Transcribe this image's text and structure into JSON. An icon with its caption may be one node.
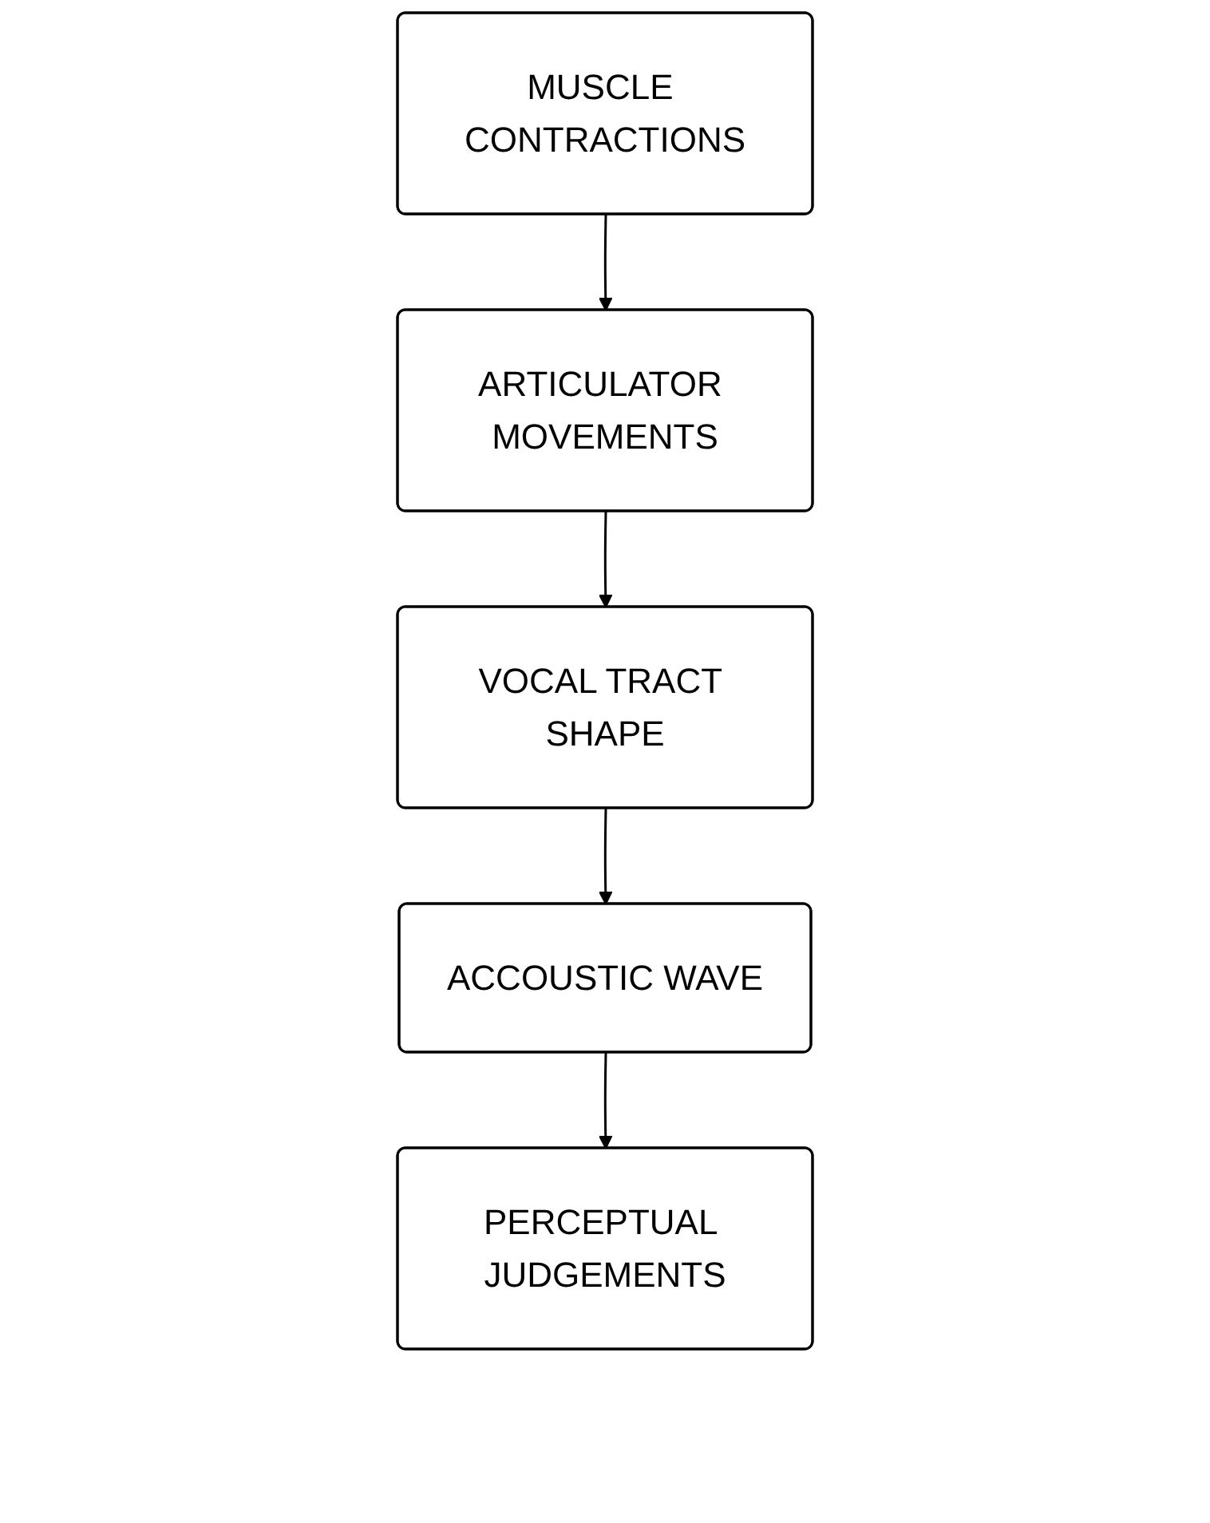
{
  "diagram": {
    "nodes": [
      {
        "text": [
          "MUSCLE CONTRACTIONS"
        ]
      },
      {
        "text": [
          "ARTICULATOR MOVEMENTS"
        ]
      },
      {
        "text": [
          "VOCAL TRACT SHAPE"
        ]
      },
      {
        "text": [
          "ACCOUSTIC WAVE"
        ]
      },
      {
        "text": [
          "PERCEPTUAL JUDGEMENTS"
        ]
      }
    ],
    "edges": [
      {
        "from": 0,
        "to": 1,
        "arrow": "to"
      },
      {
        "from": 1,
        "to": 2,
        "arrow": "to"
      },
      {
        "from": 2,
        "to": 3,
        "arrow": "to"
      },
      {
        "from": 3,
        "to": 4,
        "arrow": "to"
      }
    ]
  }
}
